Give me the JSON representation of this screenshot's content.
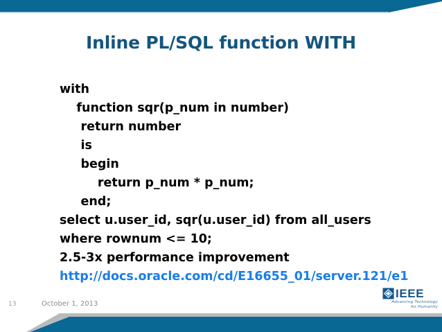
{
  "slide": {
    "title": "Inline PL/SQL function WITH",
    "title_color": "#14557f",
    "banner_color": "#0a6894",
    "link_color": "#1a7de8",
    "code_lines": [
      "with",
      "    function sqr(p_num in number)",
      "     return number",
      "     is",
      "     begin",
      "         return p_num * p_num;",
      "     end;",
      "select u.user_id, sqr(u.user_id) from all_users",
      "where rownum <= 10;",
      "2.5-3x performance improvement"
    ],
    "link_line": "http://docs.oracle.com/cd/E16655_01/server.121/e1"
  },
  "footer": {
    "slide_number": "13",
    "date": "October 1, 2013",
    "logo": {
      "wordmark": "IEEE",
      "tagline_line1": "Advancing Technology",
      "tagline_line2": "for Humanity"
    }
  }
}
